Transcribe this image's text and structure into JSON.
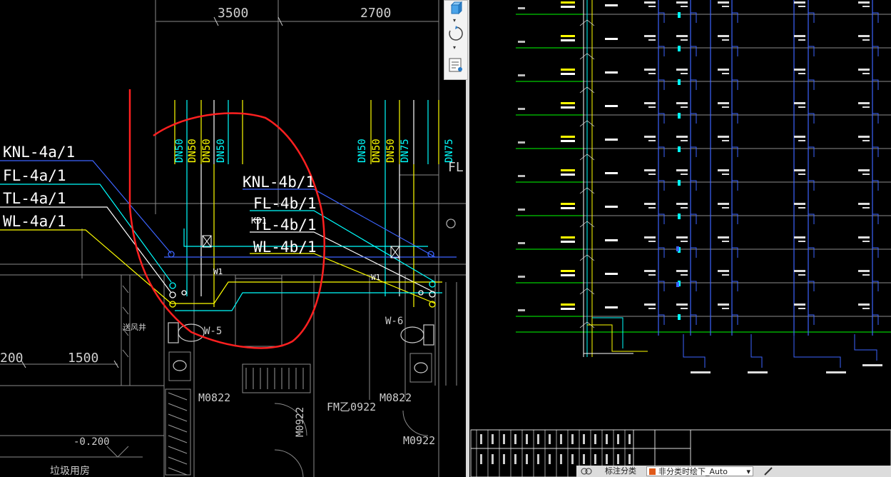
{
  "left_view": {
    "dimensions": [
      "3500",
      "2700",
      "200",
      "1500"
    ],
    "pipe_labels": [
      "KNL-4a/1",
      "FL-4a/1",
      "TL-4a/1",
      "WL-4a/1",
      "KNL-4b/1",
      "FL-4b/1",
      "TL-4b/1",
      "WL-4b/1"
    ],
    "riser_labels_left": [
      "DN50",
      "DN50",
      "DN50",
      "DN50"
    ],
    "riser_labels_right": [
      "DN50",
      "DN50",
      "DN50",
      "DN75"
    ],
    "right_edge_label": "FL",
    "room_labels": [
      "W-5",
      "W-6",
      "W1",
      "W1",
      "M0822",
      "M0822",
      "FM乙0922",
      "M0922",
      "M0922",
      "-0.200",
      "送风井",
      "垃圾用房",
      "KD1"
    ],
    "colors": {
      "cyan": "#00ffff",
      "yellow": "#ffff00",
      "white": "#ffffff",
      "blue": "#3c64ff",
      "red": "#ff2020",
      "green": "#00ff00",
      "gray": "#9a9a9a"
    }
  },
  "toolbar": {
    "icons": [
      "view-cube-icon",
      "orbit-icon",
      "properties-icon"
    ],
    "arrows": [
      "▾",
      "▾"
    ]
  },
  "status_bar": {
    "items": [
      "标注分类",
      "非分类时绘下_Auto"
    ]
  }
}
